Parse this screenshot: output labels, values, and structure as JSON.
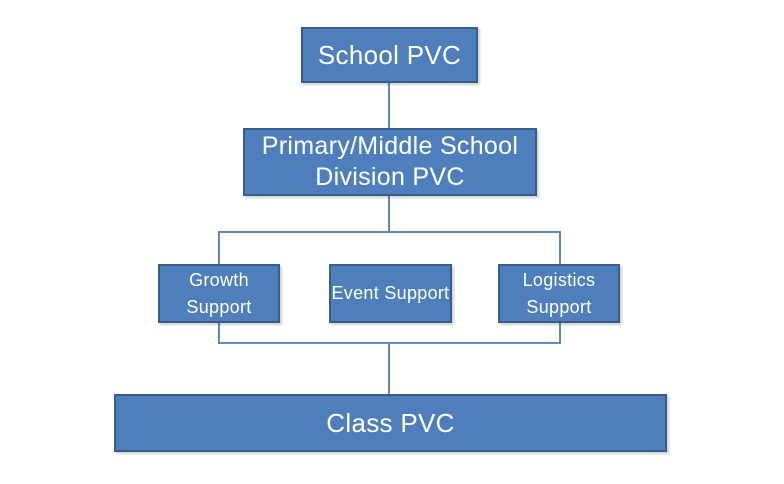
{
  "diagram": {
    "type": "org-chart",
    "nodes": [
      {
        "id": "school-pvc",
        "label": "School PVC"
      },
      {
        "id": "division-pvc",
        "label": "Primary/Middle School Division PVC"
      },
      {
        "id": "growth-support",
        "label": "Growth Support"
      },
      {
        "id": "event-support",
        "label": "Event Support"
      },
      {
        "id": "logistics-support",
        "label": "Logistics Support"
      },
      {
        "id": "class-pvc",
        "label": "Class PVC"
      }
    ],
    "edges": [
      {
        "from": "school-pvc",
        "to": "division-pvc"
      },
      {
        "from": "division-pvc",
        "to": "growth-support"
      },
      {
        "from": "division-pvc",
        "to": "event-support"
      },
      {
        "from": "division-pvc",
        "to": "logistics-support"
      },
      {
        "from": "growth-support",
        "to": "class-pvc"
      },
      {
        "from": "event-support",
        "to": "class-pvc"
      },
      {
        "from": "logistics-support",
        "to": "class-pvc"
      }
    ],
    "colors": {
      "node_fill": "#4e7fbc",
      "node_border": "#385d8a",
      "connector": "#5f89c0",
      "text": "#ffffff",
      "background": "#ffffff"
    }
  }
}
